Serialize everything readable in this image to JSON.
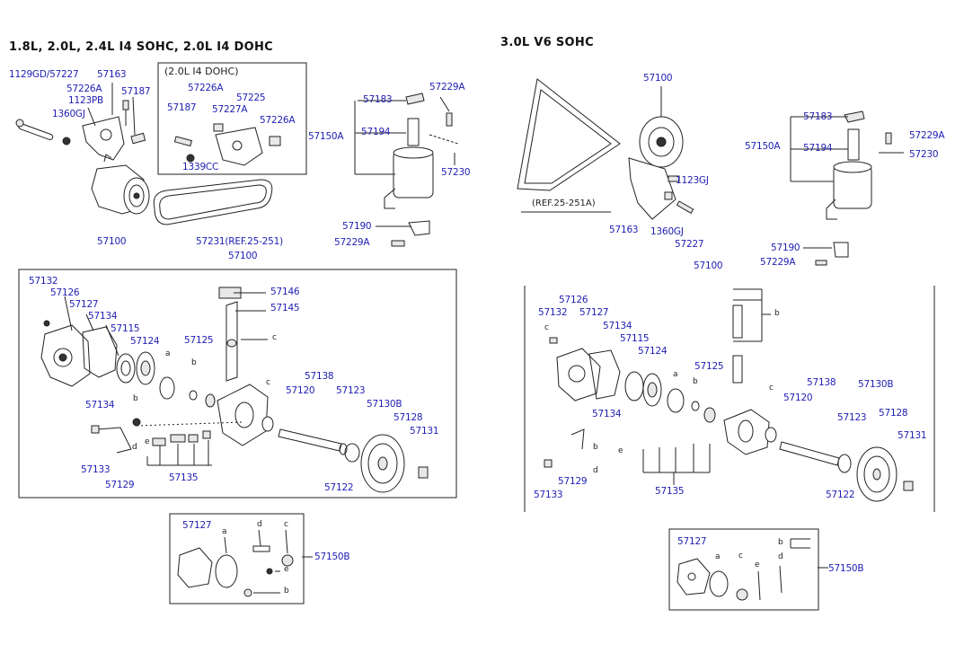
{
  "titles": {
    "left": "1.8L, 2.0L, 2.4L I4 SOHC, 2.0L I4 DOHC",
    "right": "3.0L V6 SOHC",
    "dohc_box": "(2.0L I4 DOHC)"
  },
  "left_top_labels": {
    "l1": "1129GD/57227",
    "l2": "57163",
    "l3": "57226A",
    "l4": "1123PB",
    "l5": "57187",
    "l6": "1360GJ",
    "l7": "57100",
    "l8": "57231(REF.25-251)",
    "d1": "57226A",
    "d2": "57225",
    "d3": "57187",
    "d4": "57227A",
    "d5": "57226A",
    "d6": "1339CC",
    "r1": "57183",
    "r2": "57229A",
    "r3": "57150A",
    "r4": "57194",
    "r5": "57230",
    "r6": "57190",
    "r7": "57229A"
  },
  "left_main_labels": {
    "header": "57100",
    "a1": "57132",
    "a2": "57126",
    "a3": "57127",
    "a4": "57134",
    "a5": "57115",
    "a6": "57124",
    "a7": "57125",
    "a8": "57146",
    "a9": "57145",
    "a10": "57138",
    "a11": "57120",
    "a12": "57123",
    "a13": "57130B",
    "a14": "57128",
    "a15": "57131",
    "a16": "57122",
    "a17": "57134",
    "a18": "57133",
    "a19": "57129",
    "a20": "57135"
  },
  "left_kit_labels": {
    "k1": "57127",
    "k2": "57150B"
  },
  "right_top_labels": {
    "t1": "57100",
    "t2": "(REF.25-251A)",
    "t3": "1123GJ",
    "t4": "57163",
    "t5": "1360GJ",
    "t6": "57227",
    "t7": "57183",
    "t8": "57229A",
    "t9": "57150A",
    "t10": "57194",
    "t11": "57230",
    "t12": "57190",
    "t13": "57229A",
    "t14": "57100"
  },
  "right_main_labels": {
    "m1": "57126",
    "m2": "57132",
    "m3": "57127",
    "m4": "57134",
    "m5": "57115",
    "m6": "57124",
    "m7": "57125",
    "m8": "57138",
    "m9": "57130B",
    "m10": "57120",
    "m11": "57123",
    "m12": "57128",
    "m13": "57131",
    "m14": "57134",
    "m15": "57129",
    "m16": "57133",
    "m17": "57135",
    "m18": "57122"
  },
  "right_kit_labels": {
    "k1": "57127",
    "k2": "57150B"
  },
  "symbols": {
    "a": "a",
    "b": "b",
    "c": "c",
    "d": "d",
    "e": "e"
  },
  "colors": {
    "part_number": "#1e1eb4",
    "line": "#222222"
  }
}
